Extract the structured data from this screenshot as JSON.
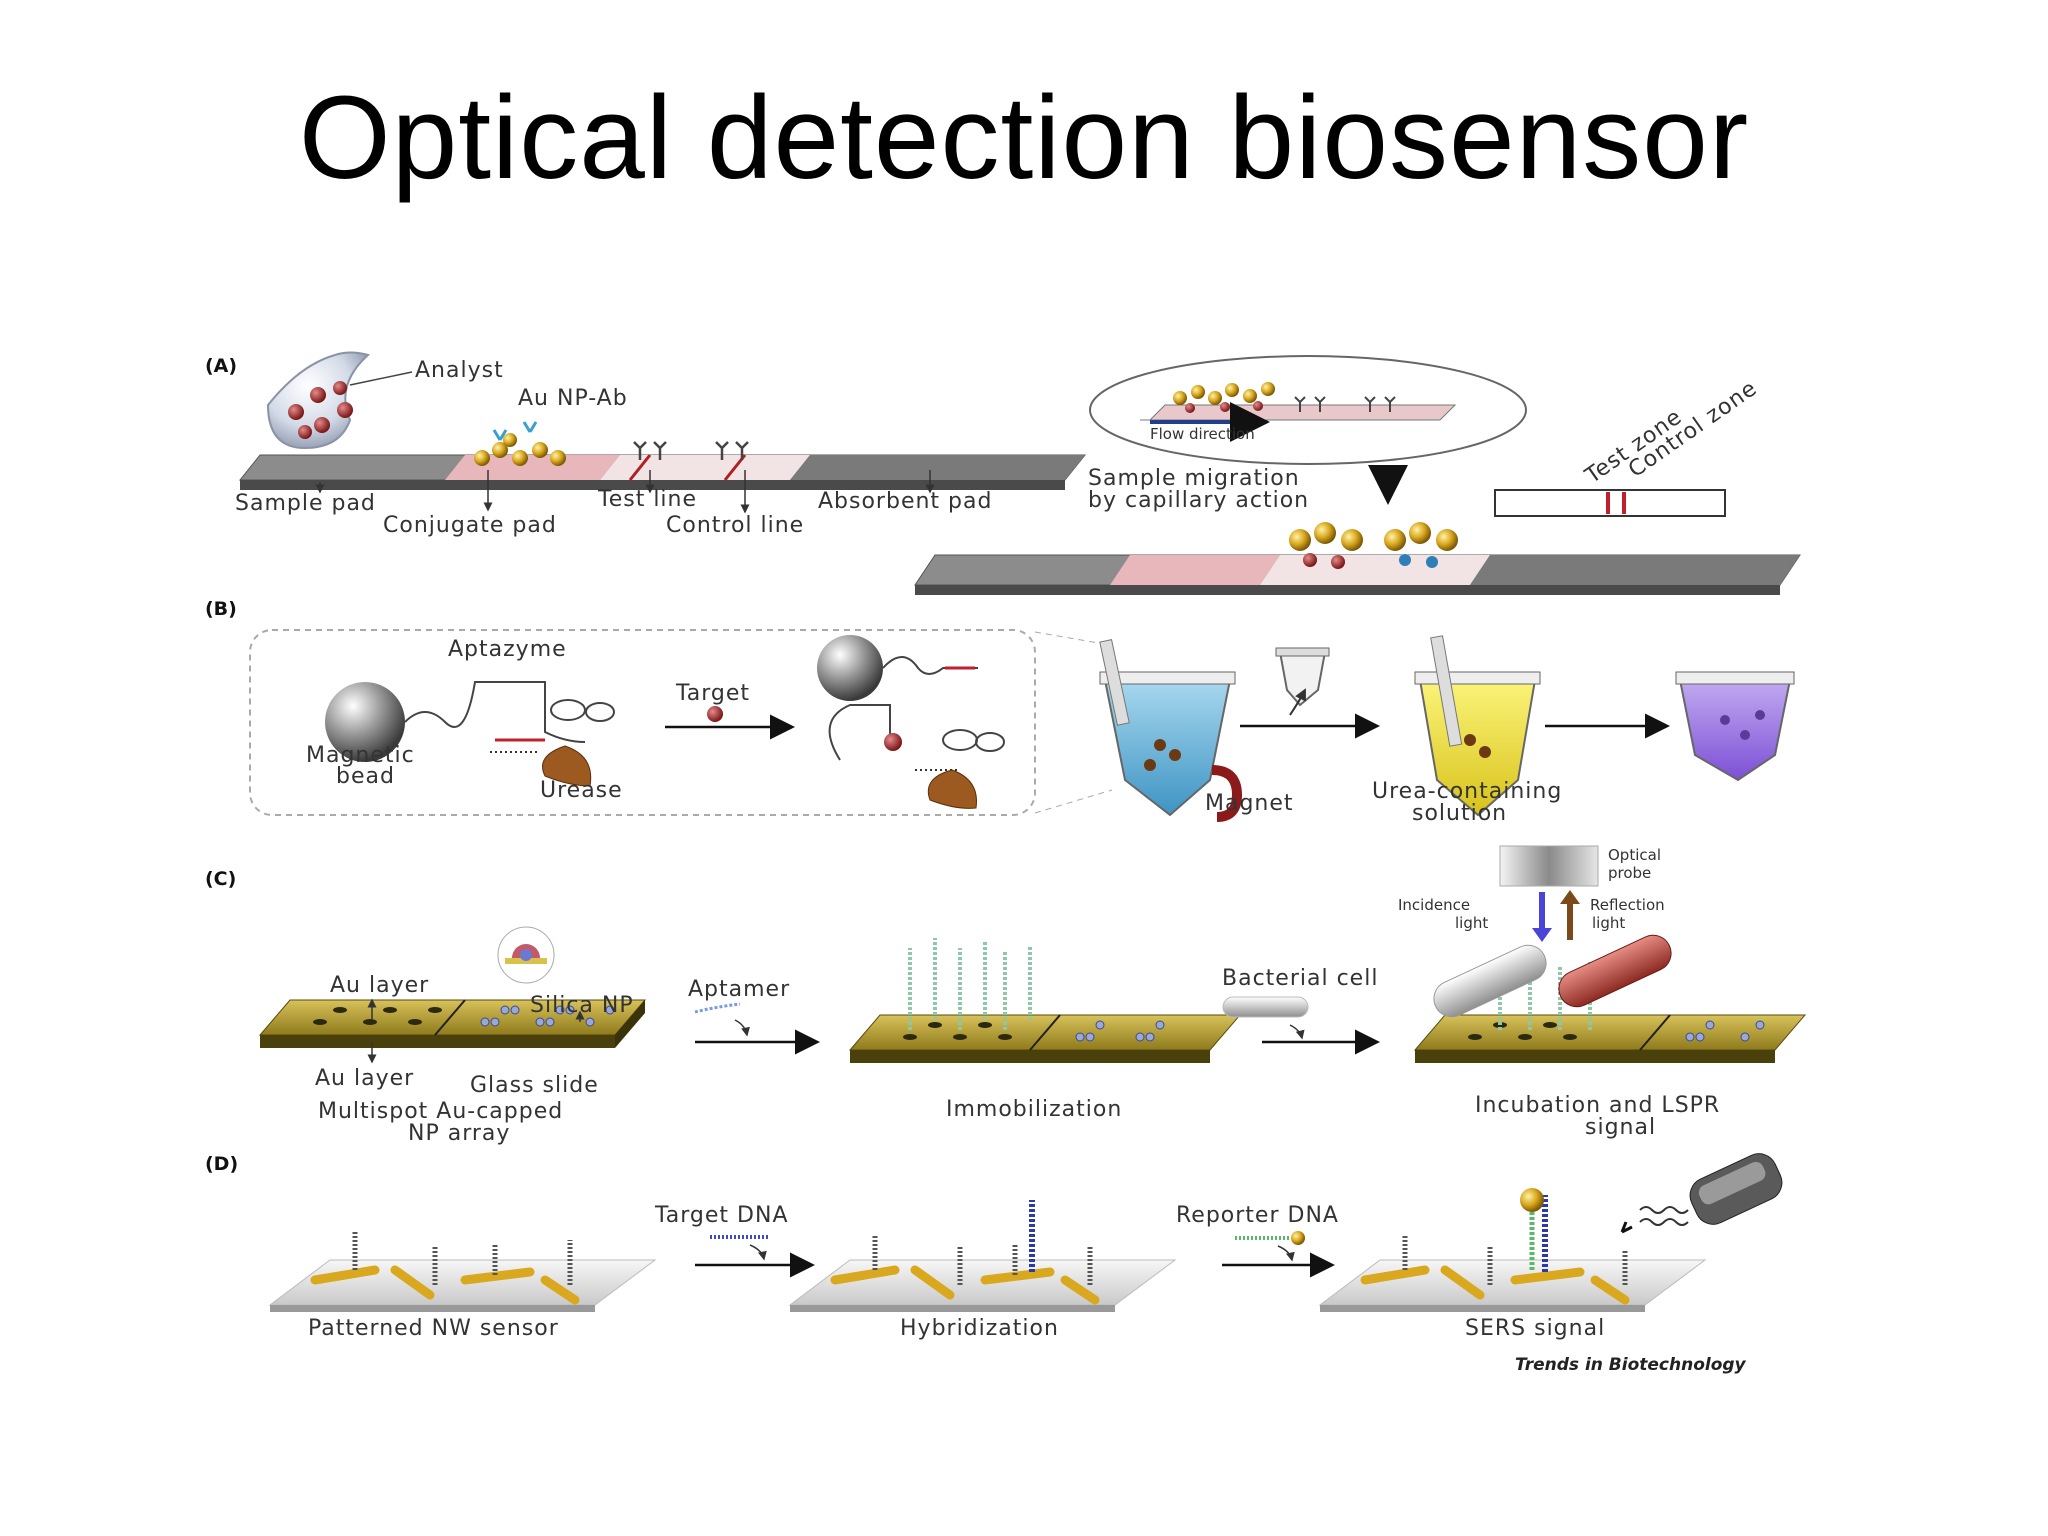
{
  "slide": {
    "title": "Optical detection biosensor"
  },
  "panels": {
    "a": {
      "tag": "(A)",
      "analyst": "Analyst",
      "au_np_ab": "Au NP-Ab",
      "sample_pad": "Sample pad",
      "conjugate_pad": "Conjugate pad",
      "test_line": "Test line",
      "control_line": "Control line",
      "absorbent_pad": "Absorbent pad",
      "flow_direction": "Flow direction",
      "migration_line1": "Sample migration",
      "migration_line2": "by capillary action",
      "test_zone": "Test zone",
      "control_zone": "Control zone"
    },
    "b": {
      "tag": "(B)",
      "aptazyme": "Aptazyme",
      "target": "Target",
      "magnetic_bead_line1": "Magnetic",
      "magnetic_bead_line2": "bead",
      "urease": "Urease",
      "magnet": "Magnet",
      "urea_line1": "Urea-containing",
      "urea_line2": "solution"
    },
    "c": {
      "tag": "(C)",
      "optical_probe_line1": "Optical",
      "optical_probe_line2": "probe",
      "incidence_line1": "Incidence",
      "incidence_line2": "light",
      "reflection_line1": "Reflection",
      "reflection_line2": "light",
      "au_layer_top": "Au layer",
      "silica_np": "Silica NP",
      "au_layer_bottom": "Au layer",
      "glass_slide": "Glass slide",
      "array_line1": "Multispot Au-capped",
      "array_line2": "NP array",
      "aptamer": "Aptamer",
      "immobilization": "Immobilization",
      "bacterial_cell": "Bacterial cell",
      "incubation_line1": "Incubation and LSPR",
      "incubation_line2": "signal"
    },
    "d": {
      "tag": "(D)",
      "target_dna": "Target DNA",
      "reporter_dna": "Reporter DNA",
      "patterned": "Patterned NW sensor",
      "hybridization": "Hybridization",
      "sers": "SERS signal"
    }
  },
  "credit": "Trends in Biotechnology"
}
